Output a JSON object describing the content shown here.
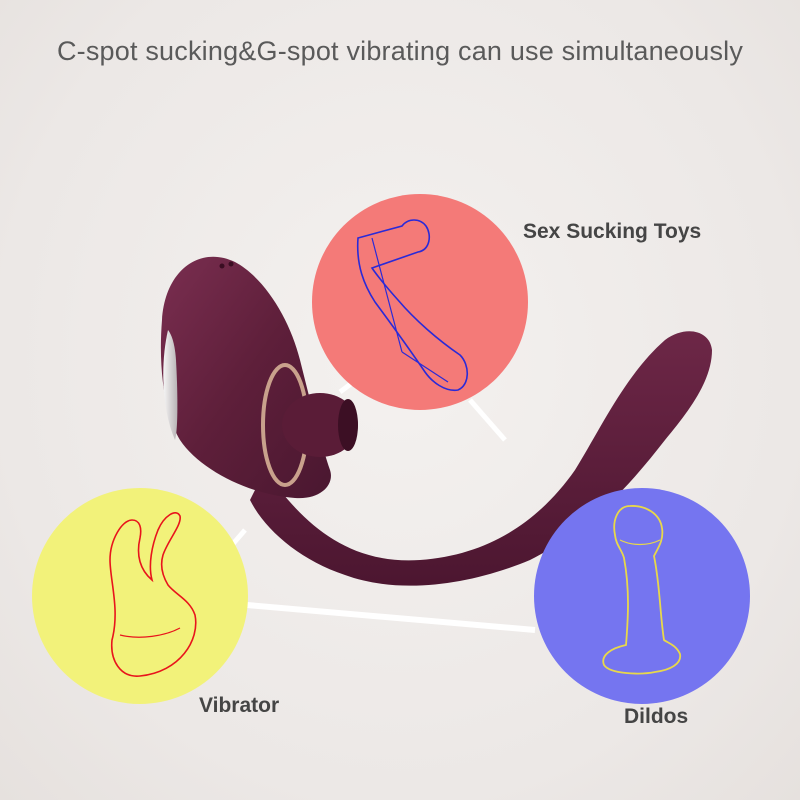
{
  "headline": "C-spot sucking&G-spot vibrating can use simultaneously",
  "labels": {
    "sex_sucking_toys": "Sex Sucking Toys",
    "vibrator": "Vibrator",
    "dildos": "Dildos"
  },
  "colors": {
    "background": "#efebe9",
    "sucking_circle": "#f47a78",
    "vibrator_circle": "#f2f27a",
    "dildo_circle": "#7575f0",
    "sucking_outline": "#2a2ad8",
    "vibrator_outline": "#e8141c",
    "dildo_outline": "#e8d84a",
    "product_body": "#5e1f3a",
    "ring": "#c9a18c"
  },
  "icons": [
    "suction-toy-outline-icon",
    "rabbit-vibrator-outline-icon",
    "dildo-outline-icon"
  ]
}
